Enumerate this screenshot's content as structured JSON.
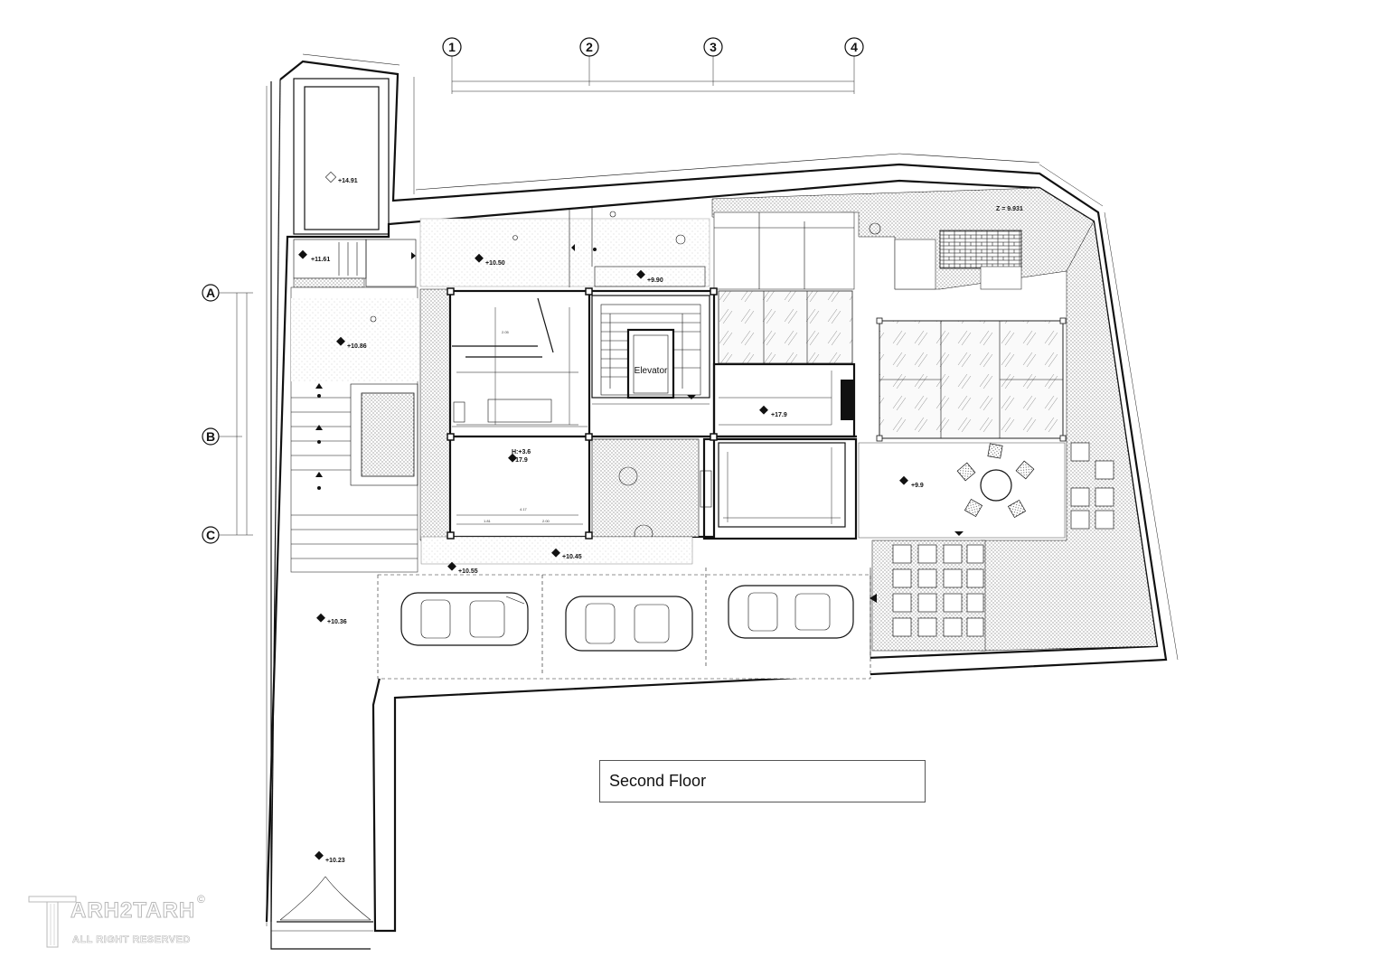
{
  "drawing": {
    "title": "Second Floor",
    "elevator_label": "Elevator",
    "z_label": "Z = 9.931",
    "grid_columns": [
      "1",
      "2",
      "3",
      "4"
    ],
    "grid_rows": [
      "A",
      "B",
      "C"
    ],
    "levels": {
      "pool": "+14.91",
      "small_room": "+11.61",
      "yard_north": "+10.50",
      "stair_landing": "+9.90",
      "left_court": "+10.86",
      "living": "+17.9",
      "living_height": "H:+3.6",
      "east_room": "+17.9",
      "terrace": "+9.9",
      "entry_a": "+10.55",
      "entry_b": "+10.45",
      "driveway": "+10.36",
      "gate": "+10.23"
    }
  },
  "watermark": {
    "brand": "ARH2TARH",
    "subtitle": "ALL RIGHT RESERVED",
    "copyright": "©"
  }
}
